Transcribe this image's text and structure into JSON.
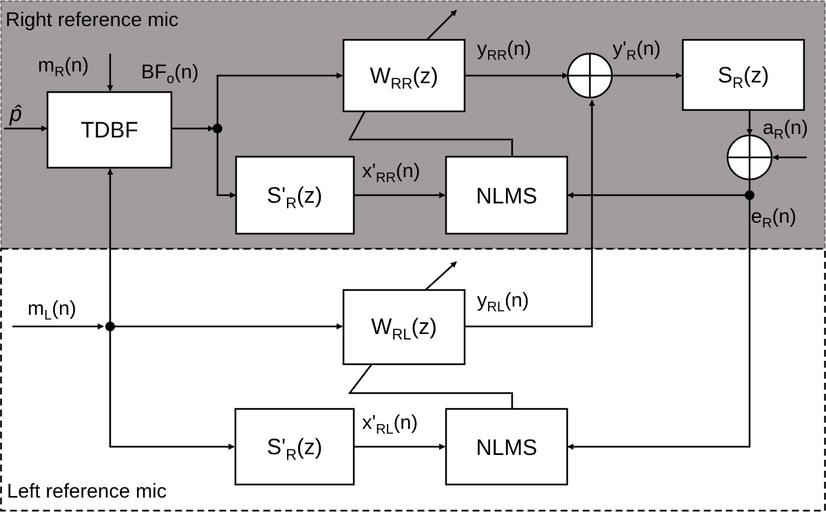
{
  "regions": {
    "right": "Right reference mic",
    "left": "Left reference mic"
  },
  "colors": {
    "right_region_fill": "#a39c9c",
    "left_region_fill": "#ffffff"
  },
  "blocks": {
    "tdbf": "TDBF",
    "nlms_top": "NLMS",
    "nlms_bottom": "NLMS"
  },
  "labels": {
    "p_hat": "p̂",
    "w_rr": {
      "main": "W",
      "sub": "RR",
      "tail": "(z)"
    },
    "w_rl": {
      "main": "W",
      "sub": "RL",
      "tail": "(z)"
    },
    "s_r": {
      "main": "S",
      "sub": "R",
      "tail": "(z)"
    },
    "s_prime_top": {
      "main": "S'",
      "sub": "R",
      "tail": "(z)"
    },
    "s_prime_bottom": {
      "main": "S'",
      "sub": "R",
      "tail": "(z)"
    },
    "m_r": {
      "main": "m",
      "sub": "R",
      "tail": "(n)"
    },
    "m_l": {
      "main": "m",
      "sub": "L",
      "tail": "(n)"
    },
    "bf_o": {
      "main": "BF",
      "sub": "o",
      "tail": "(n)"
    },
    "y_rr": {
      "main": "y",
      "sub": "RR",
      "tail": "(n)"
    },
    "y_rl": {
      "main": "y",
      "sub": "RL",
      "tail": "(n)"
    },
    "y_prime_r": {
      "main": "y'",
      "sub": "R",
      "tail": "(n)"
    },
    "x_prime_rr": {
      "main": "x'",
      "sub": "RR",
      "tail": "(n)"
    },
    "x_prime_rl": {
      "main": "x'",
      "sub": "RL",
      "tail": "(n)"
    },
    "a_r": {
      "main": "a",
      "sub": "R",
      "tail": "(n)"
    },
    "e_r": {
      "main": "e",
      "sub": "R",
      "tail": "(n)"
    }
  }
}
